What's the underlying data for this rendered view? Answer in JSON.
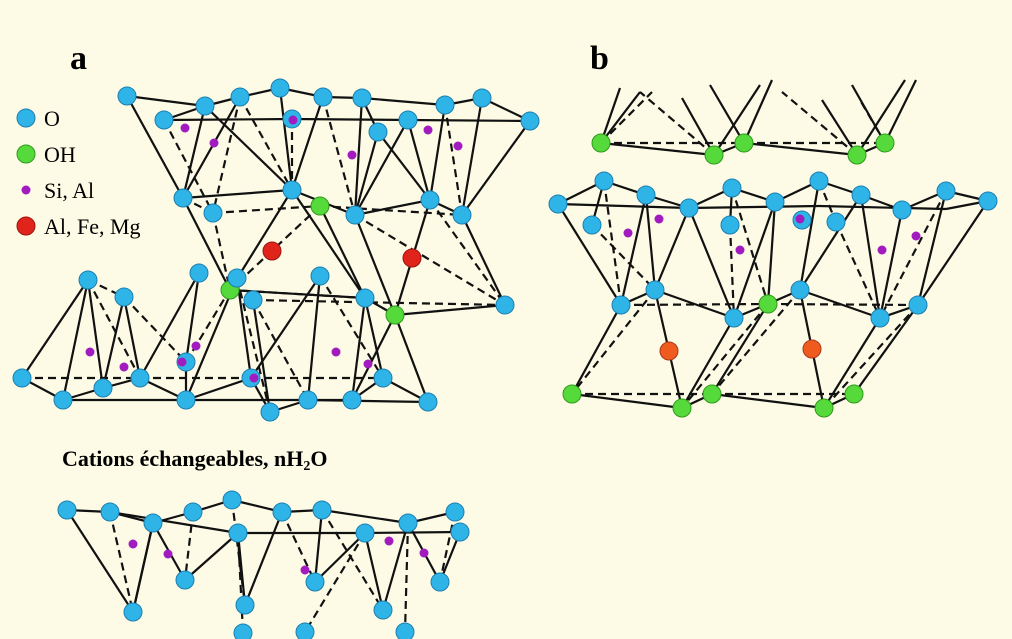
{
  "panels": {
    "a": "a",
    "b": "b"
  },
  "legend": [
    {
      "label": "O",
      "color": "#2eb4e6",
      "symbol": "large-circle-icon"
    },
    {
      "label": "OH",
      "color": "#56d93a",
      "symbol": "large-circle-icon"
    },
    {
      "label": "Si, Al",
      "color": "#a11bbf",
      "symbol": "small-dot-icon"
    },
    {
      "label": "Al, Fe, Mg",
      "color": "#e0241b",
      "symbol": "large-circle-icon"
    }
  ],
  "caption": {
    "pre": "Cations échangeables, nH",
    "sub": "2",
    "post": "O"
  },
  "colors": {
    "background": "#fdfbe6",
    "oxygen": "#2eb4e6",
    "hydroxyl": "#56d93a",
    "silicon": "#a11bbf",
    "octa_a": "#e0241b",
    "octa_b": "#ef5a1f",
    "bond": "#111111"
  }
}
